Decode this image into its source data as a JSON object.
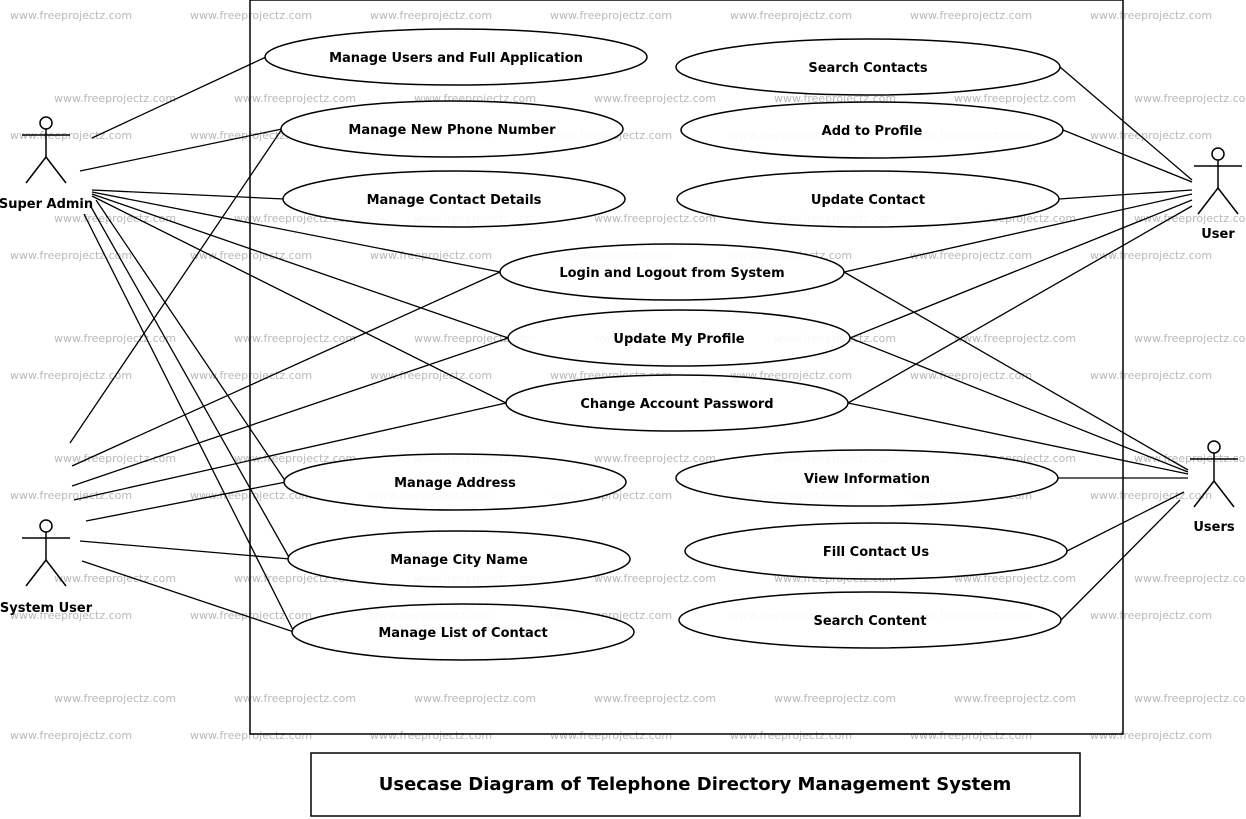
{
  "diagram": {
    "watermark": "www.freeprojectz.com",
    "title": "Usecase Diagram of Telephone Directory Management System",
    "actors": [
      {
        "id": "super-admin",
        "label": "Super Admin"
      },
      {
        "id": "system-user",
        "label": "System User"
      },
      {
        "id": "user",
        "label": "User"
      },
      {
        "id": "users",
        "label": "Users"
      }
    ],
    "use_cases": [
      {
        "id": "manage-users-full-app",
        "label": "Manage Users and Full Application"
      },
      {
        "id": "manage-new-phone-number",
        "label": "Manage New Phone Number"
      },
      {
        "id": "manage-contact-details",
        "label": "Manage Contact Details"
      },
      {
        "id": "search-contacts",
        "label": "Search Contacts"
      },
      {
        "id": "add-to-profile",
        "label": "Add to Profile"
      },
      {
        "id": "update-contact",
        "label": "Update Contact"
      },
      {
        "id": "login-logout",
        "label": "Login and Logout from System"
      },
      {
        "id": "update-my-profile",
        "label": "Update My Profile"
      },
      {
        "id": "change-account-password",
        "label": "Change Account Password"
      },
      {
        "id": "manage-address",
        "label": "Manage Address"
      },
      {
        "id": "manage-city-name",
        "label": "Manage City Name"
      },
      {
        "id": "manage-list-of-contact",
        "label": "Manage List of Contact"
      },
      {
        "id": "view-information",
        "label": "View Information"
      },
      {
        "id": "fill-contact-us",
        "label": "Fill Contact Us"
      },
      {
        "id": "search-content",
        "label": "Search Content"
      }
    ],
    "associations": [
      [
        "super-admin",
        "manage-users-full-app"
      ],
      [
        "super-admin",
        "manage-new-phone-number"
      ],
      [
        "super-admin",
        "manage-contact-details"
      ],
      [
        "super-admin",
        "login-logout"
      ],
      [
        "super-admin",
        "update-my-profile"
      ],
      [
        "super-admin",
        "change-account-password"
      ],
      [
        "super-admin",
        "manage-address"
      ],
      [
        "super-admin",
        "manage-city-name"
      ],
      [
        "super-admin",
        "manage-list-of-contact"
      ],
      [
        "system-user",
        "manage-new-phone-number"
      ],
      [
        "system-user",
        "login-logout"
      ],
      [
        "system-user",
        "update-my-profile"
      ],
      [
        "system-user",
        "change-account-password"
      ],
      [
        "system-user",
        "manage-address"
      ],
      [
        "system-user",
        "manage-city-name"
      ],
      [
        "system-user",
        "manage-list-of-contact"
      ],
      [
        "user",
        "search-contacts"
      ],
      [
        "user",
        "add-to-profile"
      ],
      [
        "user",
        "update-contact"
      ],
      [
        "user",
        "login-logout"
      ],
      [
        "user",
        "update-my-profile"
      ],
      [
        "user",
        "change-account-password"
      ],
      [
        "users",
        "login-logout"
      ],
      [
        "users",
        "update-my-profile"
      ],
      [
        "users",
        "change-account-password"
      ],
      [
        "users",
        "view-information"
      ],
      [
        "users",
        "fill-contact-us"
      ],
      [
        "users",
        "search-content"
      ]
    ]
  }
}
